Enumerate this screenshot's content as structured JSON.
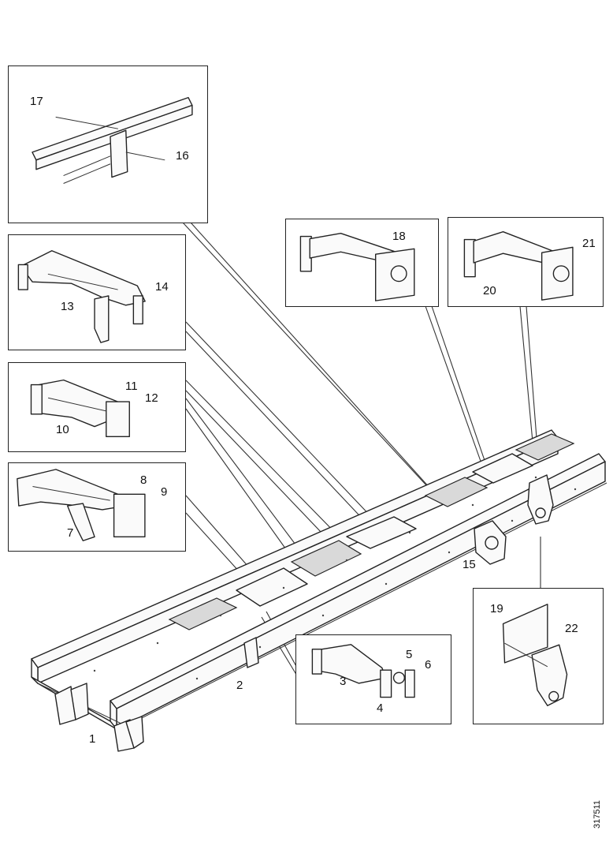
{
  "callouts": {
    "c1": "1",
    "c2": "2",
    "c3": "3",
    "c4": "4",
    "c5": "5",
    "c6": "6",
    "c7": "7",
    "c8": "8",
    "c9": "9",
    "c10": "10",
    "c11": "11",
    "c12": "12",
    "c13": "13",
    "c14": "14",
    "c15": "15",
    "c16": "16",
    "c17": "17",
    "c18": "18",
    "c19": "19",
    "c20": "20",
    "c21": "21",
    "c22": "22",
    "c7b": "7"
  },
  "drawing_id": "317511"
}
